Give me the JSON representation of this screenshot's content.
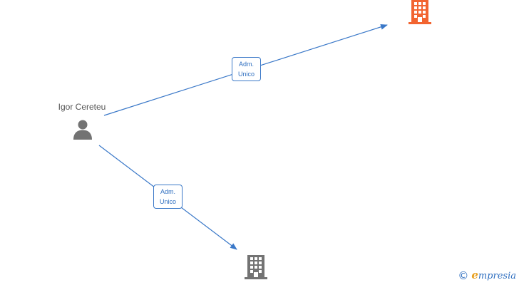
{
  "person": {
    "name": "Igor Cereteu",
    "icon": "person-icon"
  },
  "companies": [
    {
      "icon": "building-icon",
      "color": "#f26430"
    },
    {
      "icon": "building-icon",
      "color": "#737373"
    }
  ],
  "relations": [
    {
      "label_line1": "Adm.",
      "label_line2": "Unico",
      "color": "#3a78c8"
    },
    {
      "label_line1": "Adm.",
      "label_line2": "Unico",
      "color": "#3a78c8"
    }
  ],
  "brand": {
    "copyright_symbol": "©",
    "initial": "e",
    "rest": "mpresia",
    "color": "#2f6fc0",
    "initial_color": "#e8a020"
  }
}
